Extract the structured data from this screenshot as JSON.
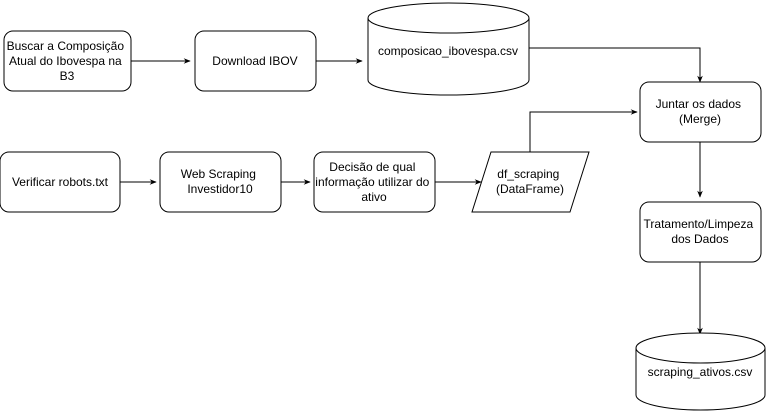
{
  "diagram": {
    "nodes": {
      "buscar": [
        "Buscar a Composição",
        "Atual do Ibovespa na",
        "B3"
      ],
      "download": [
        "Download IBOV"
      ],
      "composicao": [
        "composicao_ibovespa.csv"
      ],
      "juntar": [
        "Juntar os dados",
        "(Merge)"
      ],
      "robots": [
        "Verificar robots.txt"
      ],
      "webscraping": [
        "Web Scraping",
        "Investidor10"
      ],
      "decisao": [
        "Decisão de qual",
        "informação utilizar do",
        "ativo"
      ],
      "df_scraping": [
        "df_scraping",
        "(DataFrame)"
      ],
      "tratamento": [
        "Tratamento/Limpeza",
        "dos Dados"
      ],
      "scraping_ativos": [
        "scraping_ativos.csv"
      ]
    }
  }
}
